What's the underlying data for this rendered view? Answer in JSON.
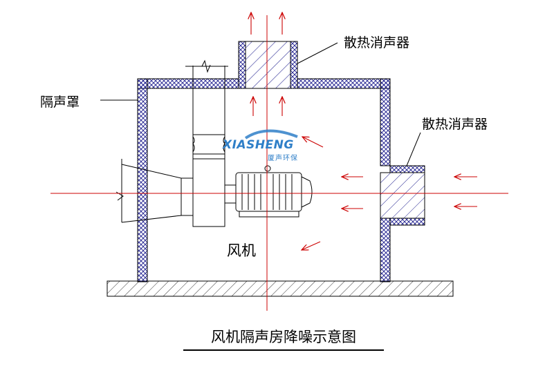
{
  "labels": {
    "top_silencer": "散热消声器",
    "side_silencer": "散热消声器",
    "enclosure": "隔声罩",
    "fan": "风机",
    "title": "风机隔声房降噪示意图"
  },
  "logo": {
    "brand": "XIASHENG",
    "sub": "厦声环保",
    "color": "#2f7fc8"
  },
  "colors": {
    "line": "#000000",
    "arrow": "#cc0000",
    "hatch": "#1a1a8c"
  }
}
